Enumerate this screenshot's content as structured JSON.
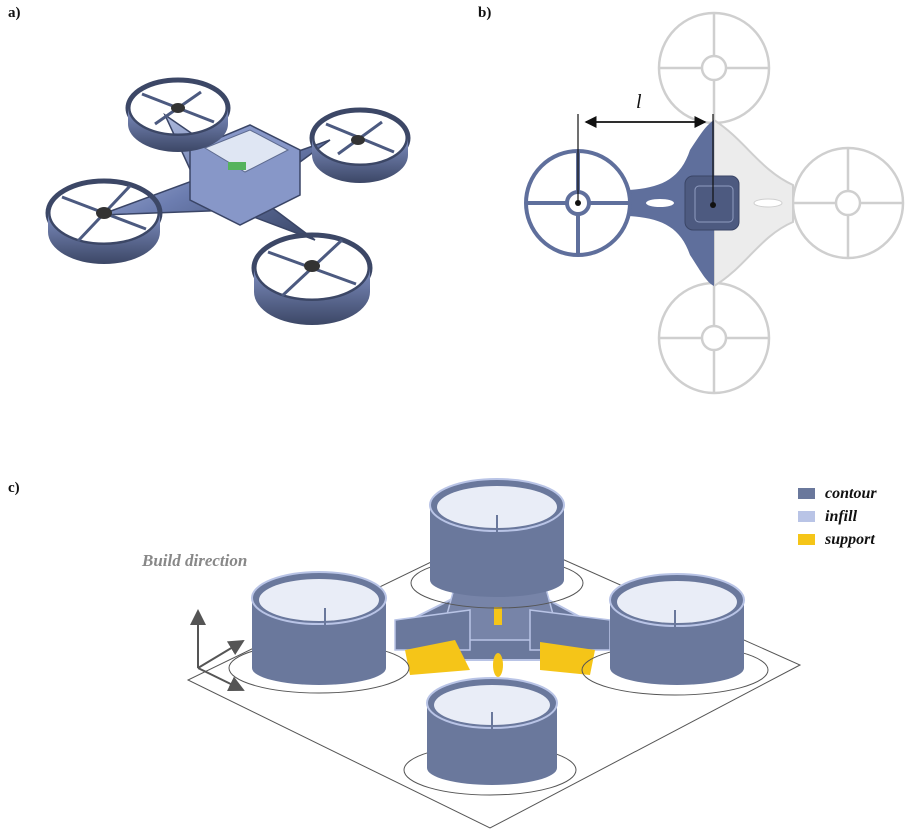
{
  "panels": {
    "a": "a)",
    "b": "b)",
    "c": "c)"
  },
  "dimension_label": "l",
  "build_direction_label": "Build direction",
  "legend": [
    {
      "label": "contour",
      "color": "#6a789c"
    },
    {
      "label": "infill",
      "color": "#b9c4e6"
    },
    {
      "label": "support",
      "color": "#f5c518"
    }
  ]
}
